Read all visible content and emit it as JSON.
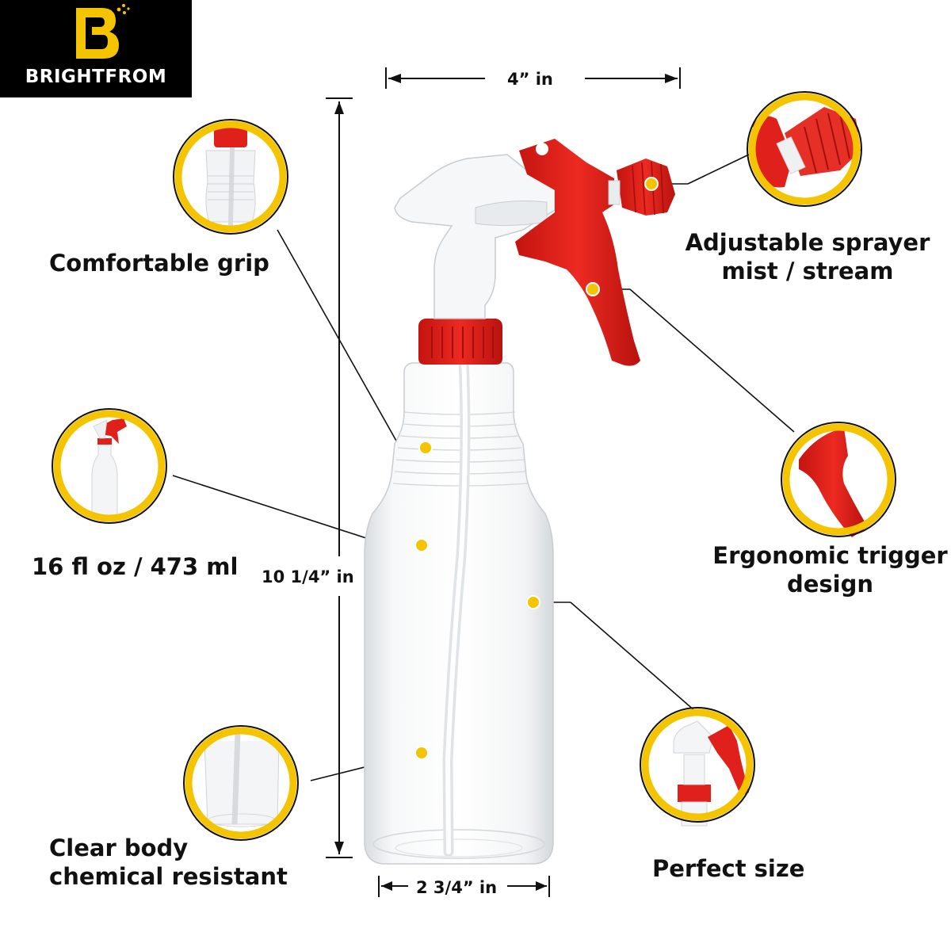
{
  "brand": {
    "name": "BRIGHTFROM",
    "monogram": "B",
    "accent_color": "#f5c400",
    "logo_bg": "#000000"
  },
  "dimensions": {
    "width": "4” in",
    "height": "10 1/4” in",
    "base": "2 3/4” in"
  },
  "features": {
    "grip": "Comfortable grip",
    "sprayer_line1": "Adjustable sprayer",
    "sprayer_line2": "mist / stream",
    "capacity": "16 fl oz / 473 ml",
    "trigger_line1": "Ergonomic trigger",
    "trigger_line2": "design",
    "clear_line1": "Clear body",
    "clear_line2": "chemical resistant",
    "size": "Perfect size"
  },
  "colors": {
    "trigger_red": "#e0201b",
    "callout_ring": "#f5c400",
    "marker_dot": "#f5c400",
    "text": "#111111"
  }
}
